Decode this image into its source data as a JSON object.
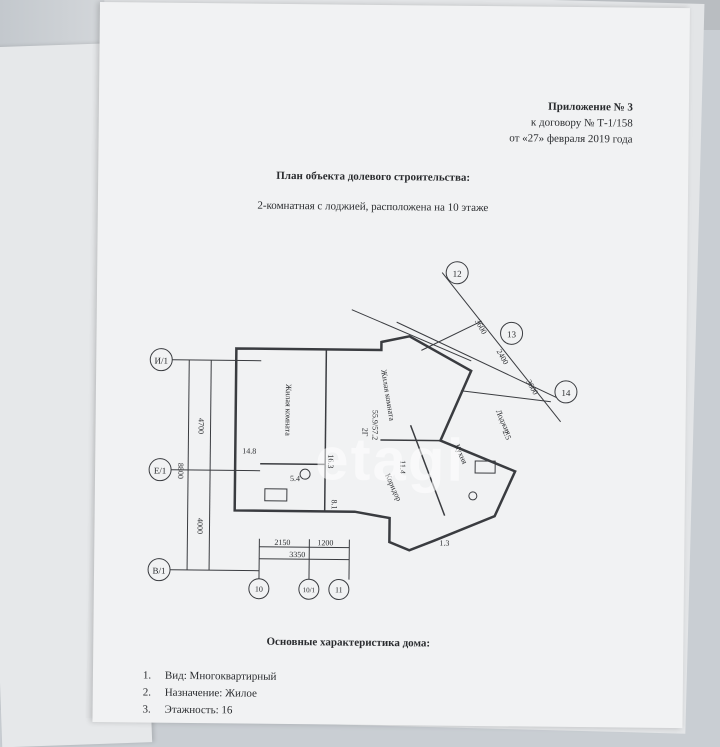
{
  "header": {
    "line1": "Приложение № 3",
    "line2": "к договору № Т-1/158",
    "line3": "от «27» февраля 2019 года"
  },
  "title": "План объекта долевого строительства:",
  "subtitle": "2-комнатная с лоджией, расположена на 10 этаже",
  "plan": {
    "axes": [
      "И/1",
      "Е/1",
      "В/1",
      "12",
      "13",
      "14",
      "10",
      "10/1",
      "11"
    ],
    "dims": [
      "4700",
      "8800",
      "4000",
      "2150",
      "1200",
      "3350",
      "3600",
      "2400",
      "3600"
    ],
    "rooms": {
      "living1": "Жилая комната",
      "living2": "Жилая комната",
      "kitchen": "Кухня",
      "corridor": "Коридор",
      "loggia": "Лоджия",
      "area_living1": "14.8",
      "area_living2": "16.3",
      "area_kitchen": "11.4",
      "area_bath": "5.4",
      "area_corridor": "8.1",
      "area_total": "55.9/57.2",
      "marker": "2Г",
      "loggia_area": "1.3",
      "loggia_code": "2.5"
    }
  },
  "features_title": "Основные характеристика дома:",
  "features": [
    {
      "n": "1.",
      "text": "Вид: Многоквартирный"
    },
    {
      "n": "2.",
      "text": "Назначение: Жилое"
    },
    {
      "n": "3.",
      "text": "Этажность: 16"
    }
  ],
  "watermark": "etagi"
}
